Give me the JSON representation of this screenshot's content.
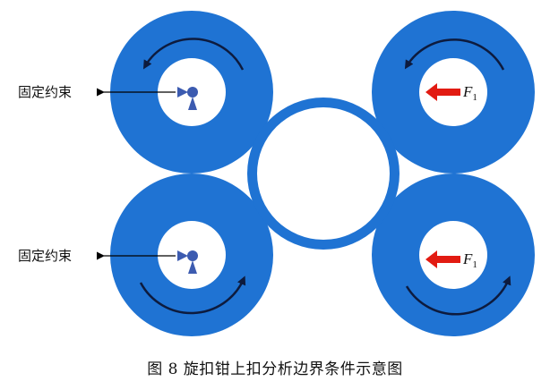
{
  "labels": {
    "constraint_top": "固定约束",
    "constraint_bottom": "固定约束",
    "force_top": "F",
    "force_top_sub": "1",
    "force_bottom": "F",
    "force_bottom_sub": "1"
  },
  "caption": "图 8  旋扣钳上扣分析边界条件示意图",
  "colors": {
    "roller": "#1f73d3",
    "pipe": "#1f73d3",
    "hole": "#ffffff",
    "force_arrow": "#e21b12",
    "rotation_arrow": "#0d1b3e",
    "constraint_symbol": "#3c5bb0",
    "leader_line": "#000000"
  },
  "icons": {
    "constraint": "fixed-support-icon",
    "force": "force-arrow-icon",
    "rotation": "curved-rotation-arrow-icon"
  }
}
